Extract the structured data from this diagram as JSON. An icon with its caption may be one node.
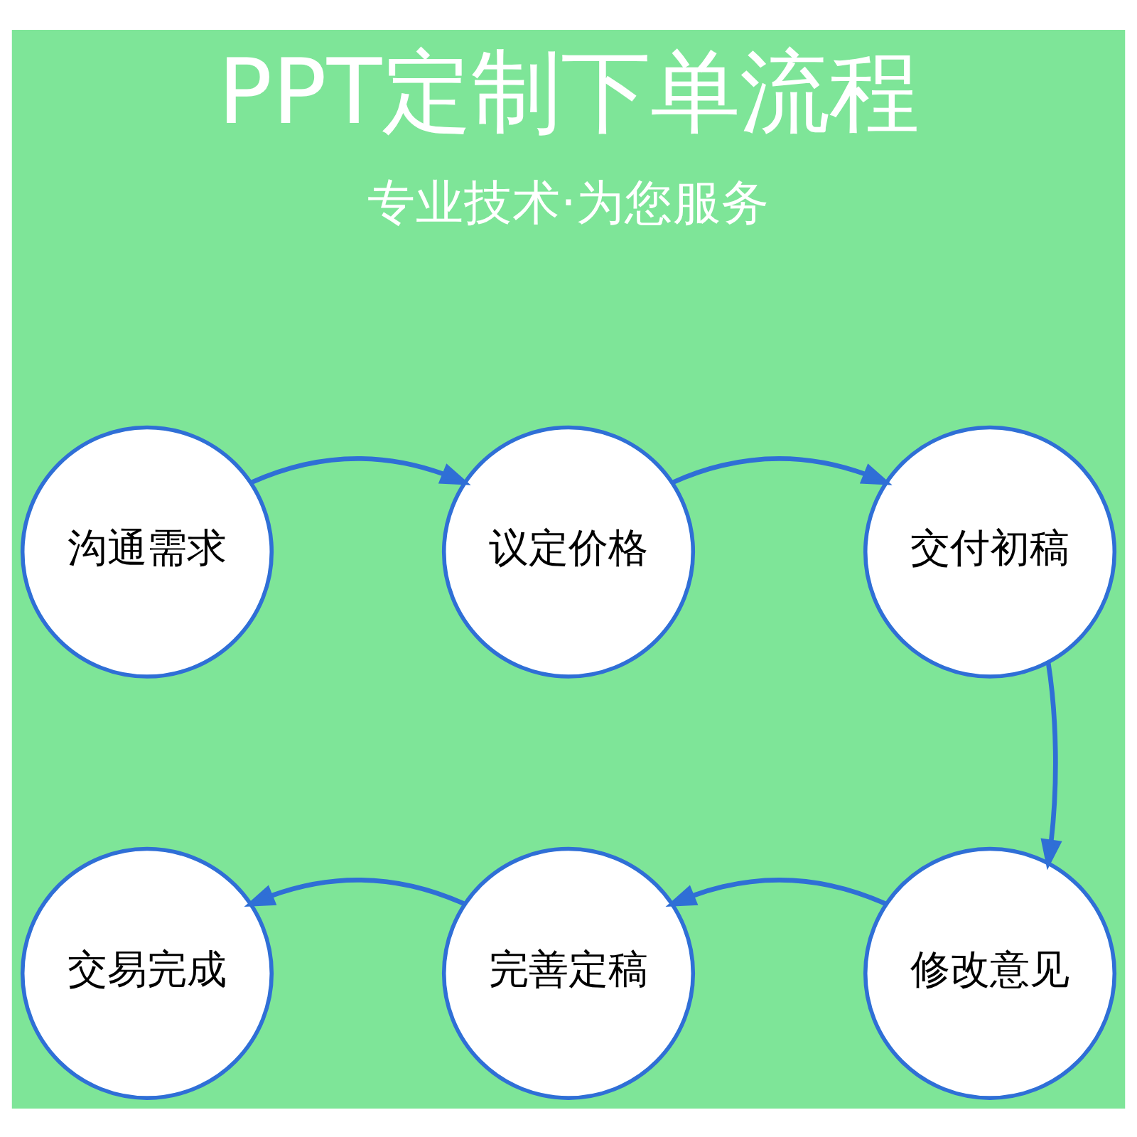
{
  "diagram": {
    "title": "PPT定制下单流程",
    "nodes": [
      {
        "text": [
          "沟通需求"
        ]
      },
      {
        "text": [
          "议定价格"
        ]
      },
      {
        "text": [
          "交付初稿"
        ]
      },
      {
        "text": [
          "修改意见"
        ]
      },
      {
        "text": [
          "完善定稿"
        ]
      },
      {
        "text": [
          "交易完成"
        ]
      }
    ],
    "edges": [
      {
        "from": 0,
        "to": 1,
        "arrow": "to"
      },
      {
        "from": 1,
        "to": 2,
        "arrow": "to"
      },
      {
        "from": 2,
        "to": 3,
        "arrow": "to"
      },
      {
        "from": 3,
        "to": 4,
        "arrow": "to"
      },
      {
        "from": 4,
        "to": 5,
        "arrow": "to"
      }
    ],
    "labels": [
      "专业技术·为您服务"
    ]
  }
}
